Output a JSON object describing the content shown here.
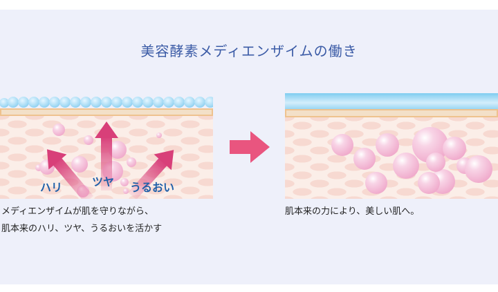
{
  "title": "美容酵素メディエンザイムの働き",
  "left_panel": {
    "labels": {
      "hari": "ハリ",
      "tsuya": "ツヤ",
      "uruoi": "うるおい"
    },
    "caption": [
      "メディエンザイムが肌を守りながら、",
      "肌本来のハリ、ツヤ、うるおいを活かす"
    ]
  },
  "right_panel": {
    "caption": "肌本来の力により、美しい肌へ。"
  },
  "colors": {
    "title": "#3b5ba6",
    "arrow": "#e9557f",
    "label": "#1f5fa8"
  }
}
